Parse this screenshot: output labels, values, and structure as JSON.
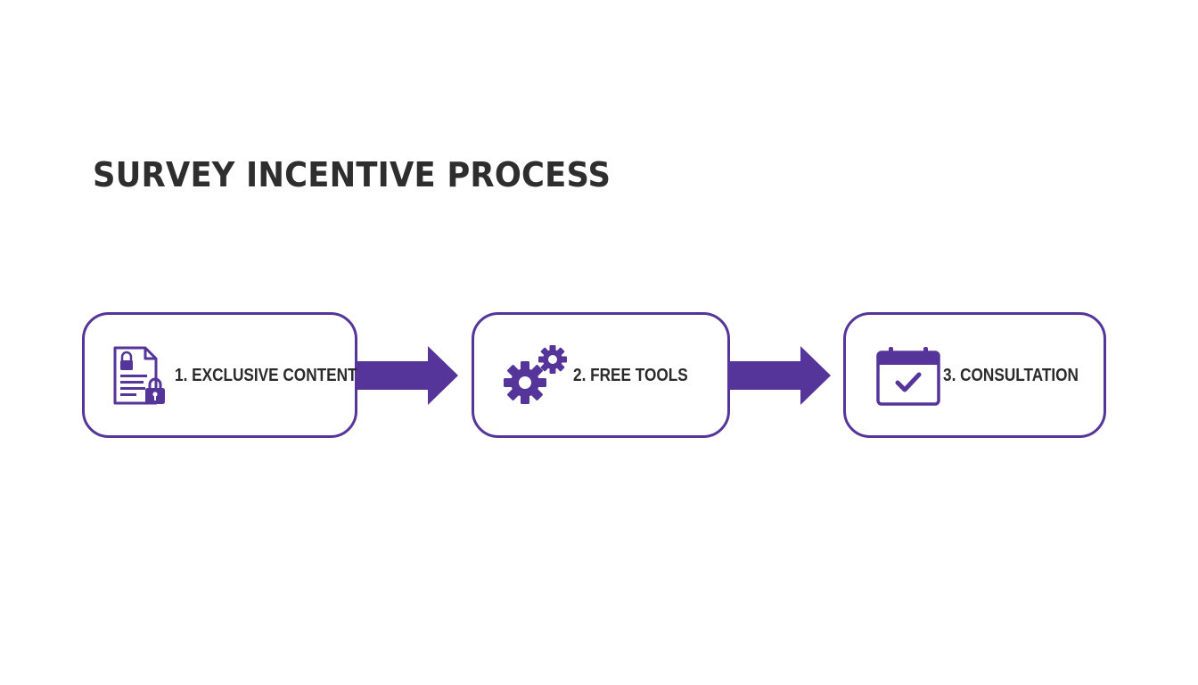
{
  "title": "SURVEY INCENTIVE PROCESS",
  "accent_color": "#55359a",
  "steps": [
    {
      "label": "1. EXCLUSIVE CONTENT",
      "icon": "locked-document-icon"
    },
    {
      "label": "2. FREE TOOLS",
      "icon": "gears-icon"
    },
    {
      "label": "3. CONSULTATION",
      "icon": "calendar-check-icon"
    }
  ],
  "connectors": [
    {
      "from": 1,
      "to": 2,
      "icon": "arrow-right-icon"
    },
    {
      "from": 2,
      "to": 3,
      "icon": "arrow-right-icon"
    }
  ]
}
